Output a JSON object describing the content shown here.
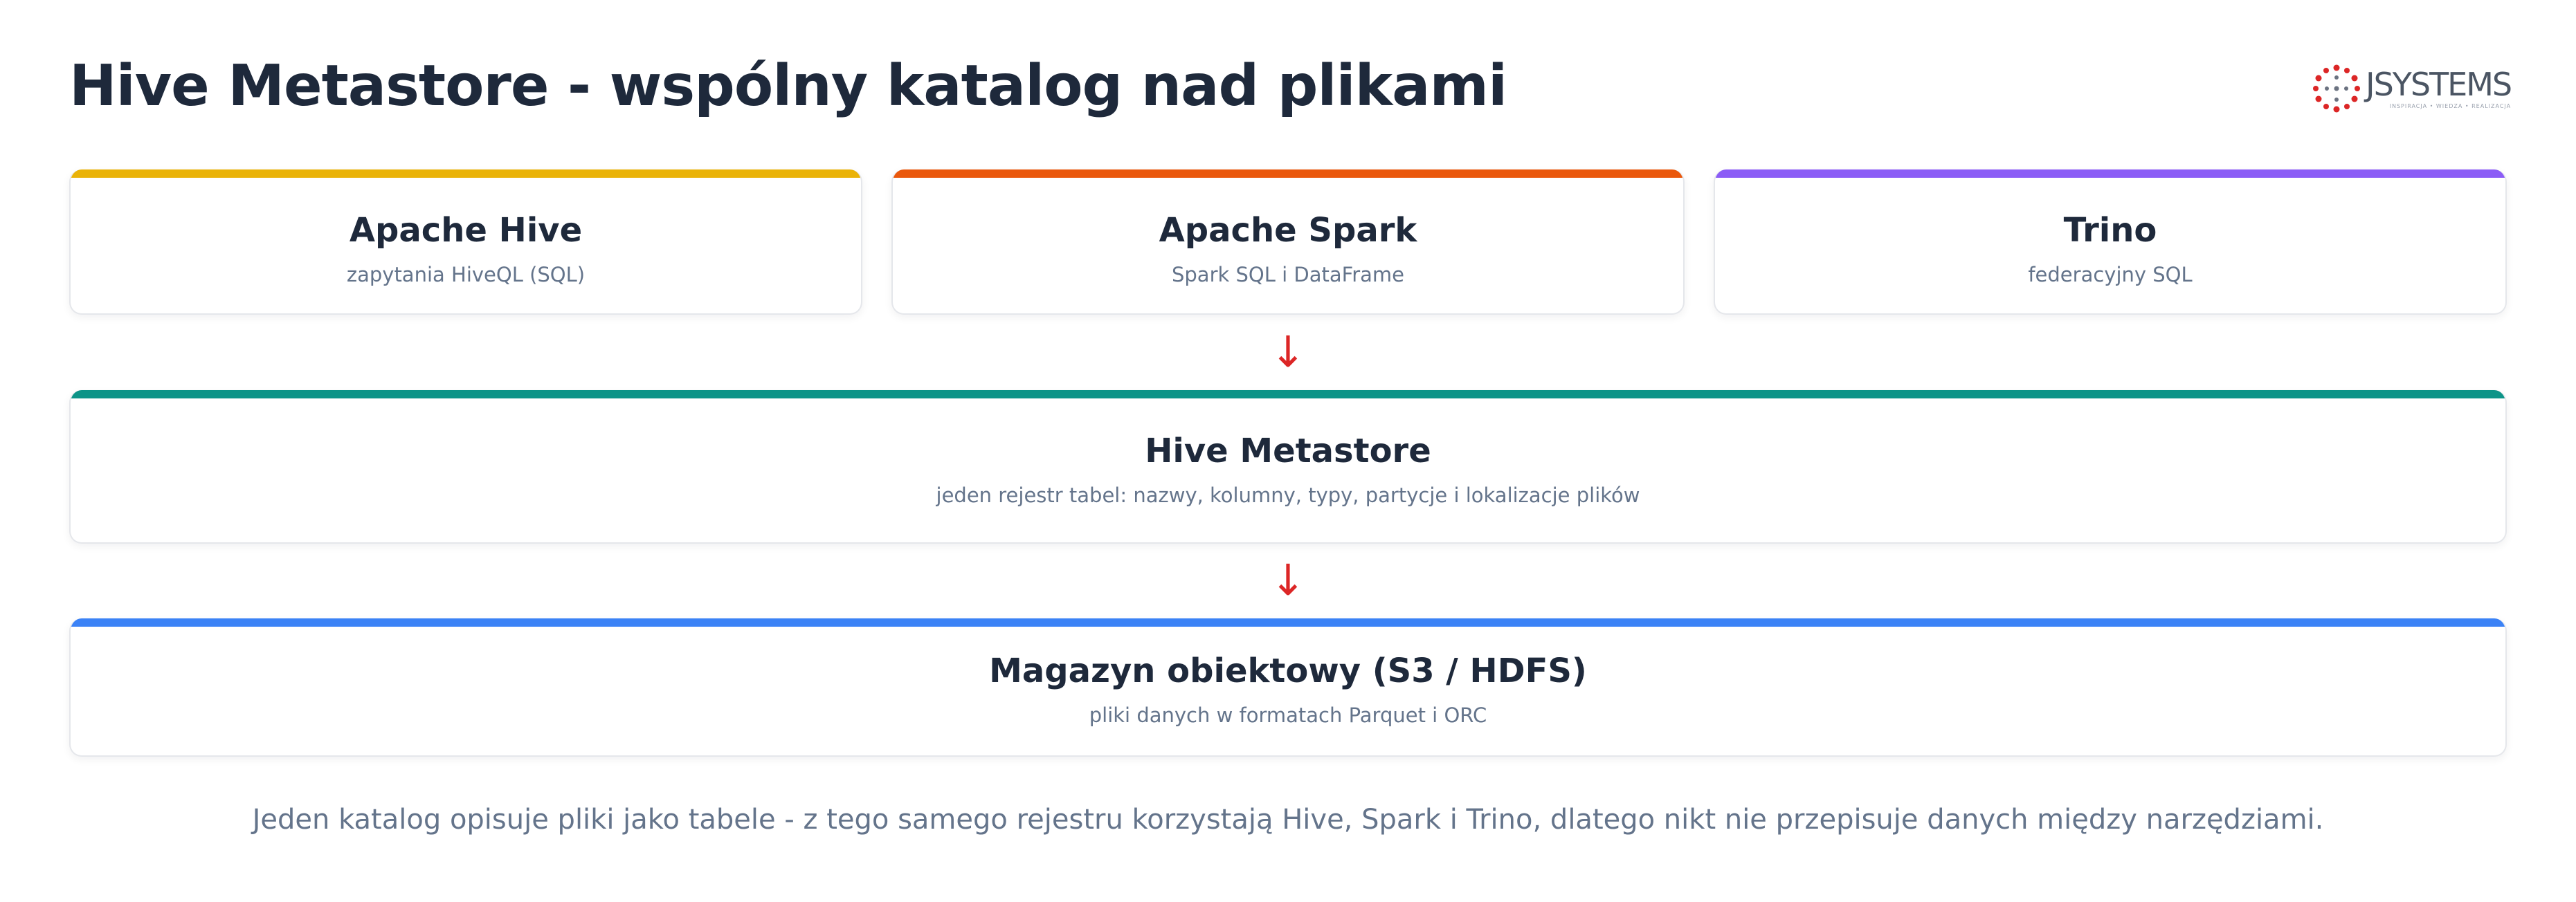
{
  "title": "Hive Metastore - wspólny katalog nad plikami",
  "logo": {
    "text": "JSYSTEMS",
    "tagline": "INSPIRACJA • WIEDZA • REALIZACJA",
    "color": "#dc2626"
  },
  "engines": [
    {
      "name": "Apache Hive",
      "description": "zapytania HiveQL (SQL)",
      "accent": "#eab308"
    },
    {
      "name": "Apache Spark",
      "description": "Spark SQL i DataFrame",
      "accent": "#ea580c"
    },
    {
      "name": "Trino",
      "description": "federacyjny SQL",
      "accent": "#8b5cf6"
    }
  ],
  "arrows": [
    "↓",
    "↓"
  ],
  "metastore": {
    "name": "Hive Metastore",
    "description": "jeden rejestr tabel: nazwy, kolumny, typy, partycje i lokalizacje plików",
    "accent": "#0d9488"
  },
  "storage": {
    "name": "Magazyn obiektowy (S3 / HDFS)",
    "description": "pliki danych w formatach Parquet i ORC",
    "accent": "#3b82f6"
  },
  "caption": "Jeden katalog opisuje pliki jako tabele - z tego samego rejestru korzystają Hive, Spark i Trino, dlatego nikt nie przepisuje danych między narzędziami."
}
